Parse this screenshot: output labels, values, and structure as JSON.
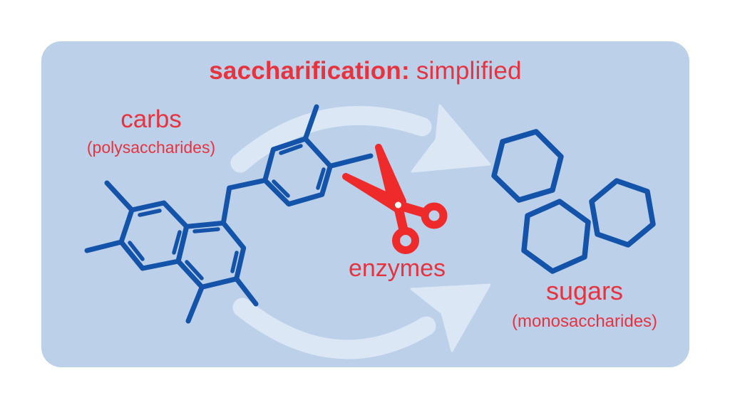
{
  "title": {
    "keyword": "saccharification:",
    "suffix": "simplified"
  },
  "stages": {
    "input": {
      "label": "carbs",
      "sublabel": "(polysaccharides)"
    },
    "agent": {
      "label": "enzymes"
    },
    "output": {
      "label": "sugars",
      "sublabel": "(monosaccharides)"
    }
  },
  "icons": {
    "molecule": "polysaccharide-molecule-icon",
    "scissors": "scissors-icon",
    "hexagons": "monosaccharide-hexagon-icons",
    "arrows": "cycle-arrow-icons"
  },
  "colors": {
    "background": "#ffffff",
    "panel": "#bcd0ea",
    "arrow": "#dce7f6",
    "molecule_blue": "#1353a9",
    "text_red": "#e7333e",
    "scissors_red": "#ee2a2b",
    "pivot_dot": "#ffffff"
  }
}
